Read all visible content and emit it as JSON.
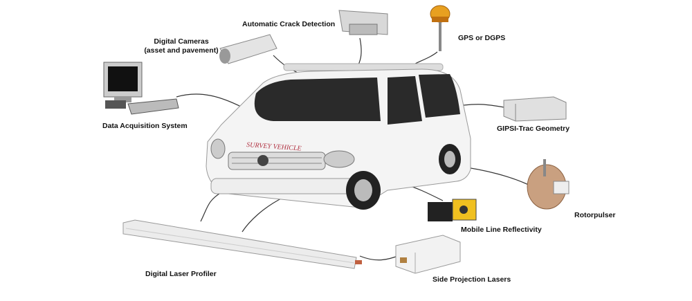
{
  "vehicle": {
    "name": "SURVEY VEHICLE"
  },
  "components": {
    "crack_detection": "Automatic Crack Detection",
    "cameras_line1": "Digital Cameras",
    "cameras_line2": "(asset and pavement)",
    "gps": "GPS or DGPS",
    "daq": "Data Acquisition System",
    "gipsi": "GIPSI-Trac Geometry",
    "rotorpulser": "Rotorpulser",
    "reflectivity": "Mobile Line Reflectivity",
    "laser_profiler": "Digital Laser Profiler",
    "side_lasers": "Side Projection Lasers"
  },
  "colors": {
    "van_body": "#f4f4f4",
    "glass": "#2a2a2a",
    "gps_dome": "#e8a020",
    "reflectivity": "#f0c020",
    "accent_text": "#b03040"
  }
}
